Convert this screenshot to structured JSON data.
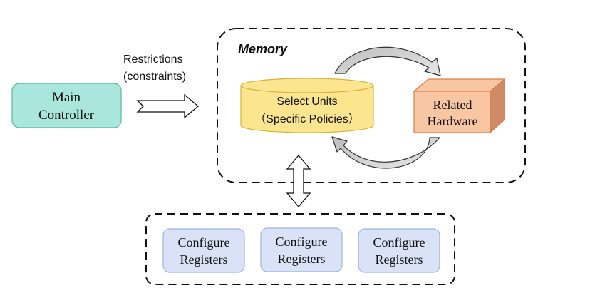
{
  "controller": {
    "line1": "Main",
    "line2": "Controller"
  },
  "restrictions": {
    "line1": "Restrictions",
    "line2": "(constraints)"
  },
  "memory": {
    "label": "Memory"
  },
  "select_units": {
    "line1": "Select Units",
    "line2": "（Specific Policies）"
  },
  "hardware": {
    "line1": "Related",
    "line2": "Hardware"
  },
  "registers": [
    {
      "line1": "Configure",
      "line2": "Registers"
    },
    {
      "line1": "Configure",
      "line2": "Registers"
    },
    {
      "line1": "Configure",
      "line2": "Registers"
    }
  ],
  "colors": {
    "controller_fill": "#a9e6dc",
    "controller_stroke": "#5cb8a6",
    "cylinder_fill": "#fbe58f",
    "cylinder_stroke": "#d4b43a",
    "hardware_fill": "#f8c6a3",
    "hardware_side": "#cf8a66",
    "hardware_stroke": "#d9804a",
    "register_fill": "#d9e2f7",
    "register_stroke": "#9fb2e2"
  }
}
